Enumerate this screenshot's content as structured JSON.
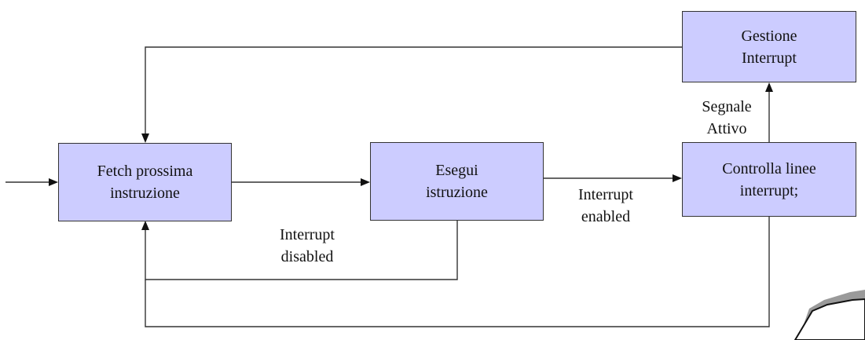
{
  "diagram": {
    "nodes": {
      "fetch": "Fetch prossima\ninstruzione",
      "esegui": "Esegui\nistruzione",
      "controlla": "Controlla linee\ninterrupt;",
      "gestione": "Gestione\nInterrupt"
    },
    "edge_labels": {
      "interrupt_enabled": "Interrupt\nenabled",
      "interrupt_disabled": "Interrupt\ndisabled",
      "segnale_attivo": "Segnale\nAttivo"
    },
    "colors": {
      "node_fill": "#ccccff",
      "node_border": "#333333",
      "line": "#333333",
      "text": "#111111"
    }
  }
}
